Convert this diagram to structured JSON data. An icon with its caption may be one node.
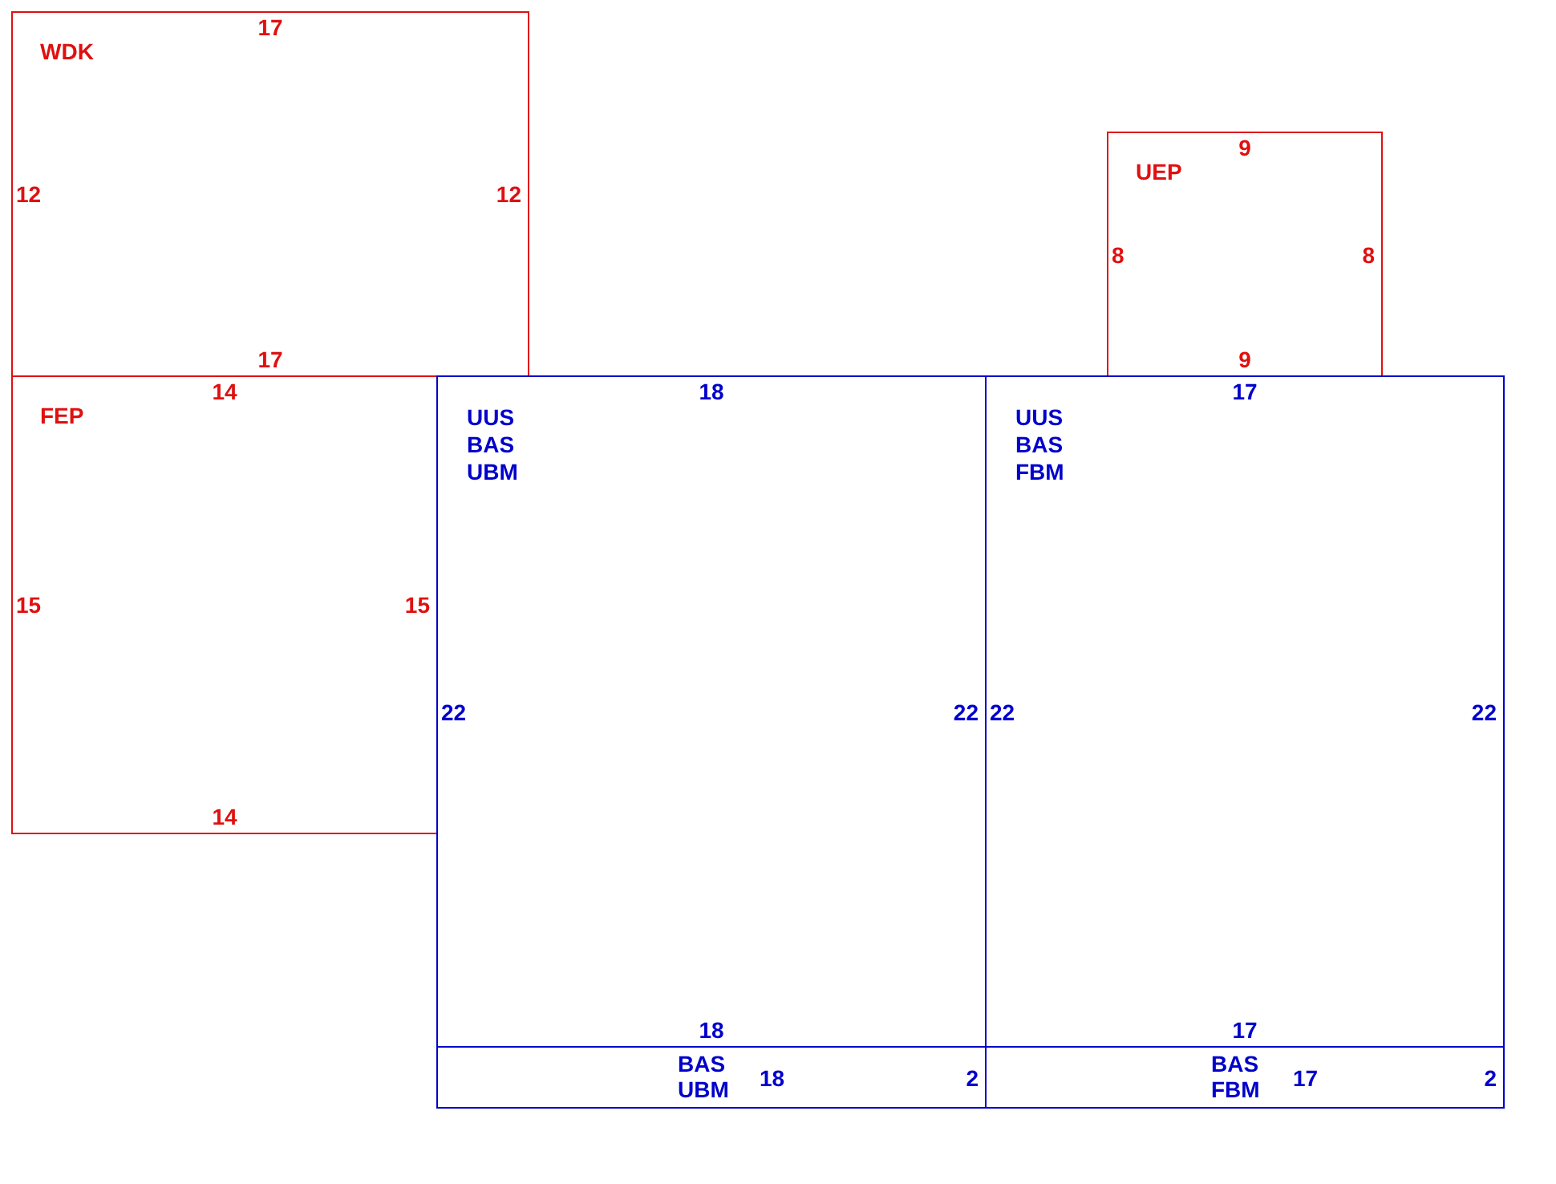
{
  "diagram": {
    "nodes": [
      {
        "text": [
          "WDK",
          "17",
          "12",
          "12",
          "17"
        ]
      },
      {
        "text": [
          "FEP",
          "14",
          "15",
          "15",
          "14"
        ]
      },
      {
        "text": [
          "UEP",
          "9",
          "8",
          "8",
          "9"
        ]
      },
      {
        "text": [
          "UUS BAS UBM",
          "18",
          "22",
          "22",
          "18"
        ]
      },
      {
        "text": [
          "UUS BAS FBM",
          "17",
          "22",
          "22",
          "17"
        ]
      },
      {
        "text": [
          "BAS UBM",
          "18",
          "2"
        ]
      },
      {
        "text": [
          "BAS FBM",
          "17",
          "2"
        ]
      }
    ]
  }
}
